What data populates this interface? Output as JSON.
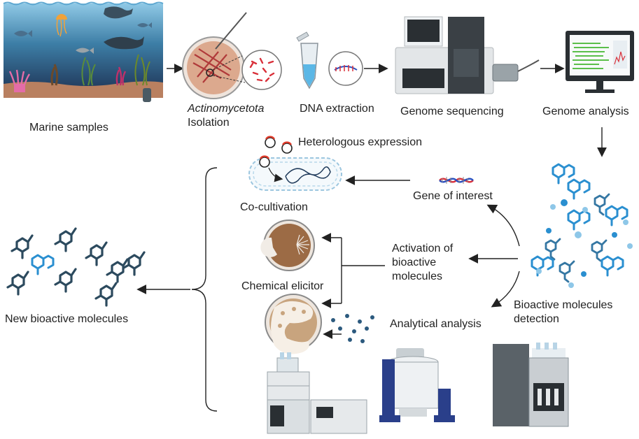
{
  "labels": {
    "marine_samples": "Marine samples",
    "actinomycetota": "Actinomycetota",
    "isolation": "Isolation",
    "dna_extraction": "DNA extraction",
    "genome_sequencing": "Genome sequencing",
    "genome_analysis": "Genome analysis",
    "heterologous_expression": "Heterologous expression",
    "co_cultivation": "Co-cultivation",
    "gene_of_interest": "Gene of interest",
    "activation_line1": "Activation of",
    "activation_line2": "bioactive",
    "activation_line3": "molecules",
    "chemical_elicitor": "Chemical elicitor",
    "new_bioactive": "New bioactive molecules",
    "bioactive_detection_line1": "Bioactive molecules",
    "bioactive_detection_line2": "detection",
    "analytical_analysis": "Analytical analysis"
  },
  "colors": {
    "ocean_top": "#8fc9e6",
    "ocean_bottom": "#1f3557",
    "seabed": "#b98060",
    "molecule_dark": "#2c4a5e",
    "molecule_blue": "#2a8fd0",
    "molecule_light": "#8ec7e8",
    "petri_medium": "#a0704a",
    "dna_red": "#d9303a",
    "dna_blue": "#2a4fbf"
  }
}
